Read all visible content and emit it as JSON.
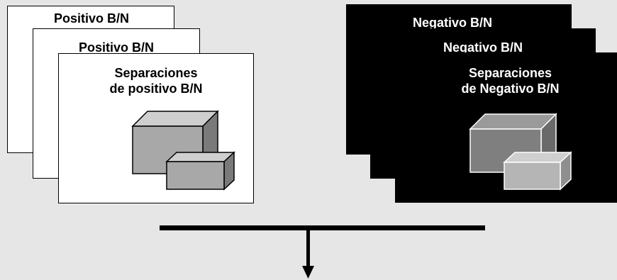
{
  "positive": {
    "back_title": "Positivo B/N",
    "middle_title": "Positivo B/N",
    "front_title_line1": "Separaciones",
    "front_title_line2": "de positivo B/N"
  },
  "negative": {
    "back_title": "Negativo B/N",
    "middle_title": "Negativo B/N",
    "front_title_line1": "Separaciones",
    "front_title_line2": "de Negativo B/N"
  },
  "colors": {
    "background": "#e6e6e6",
    "positive_card": "#ffffff",
    "negative_card": "#000000",
    "box_fill": "#a8a8a8",
    "box_top": "#cfcfcf",
    "box_side": "#7a7a7a"
  },
  "icons": [
    "boxes-icon",
    "down-arrow-icon"
  ]
}
